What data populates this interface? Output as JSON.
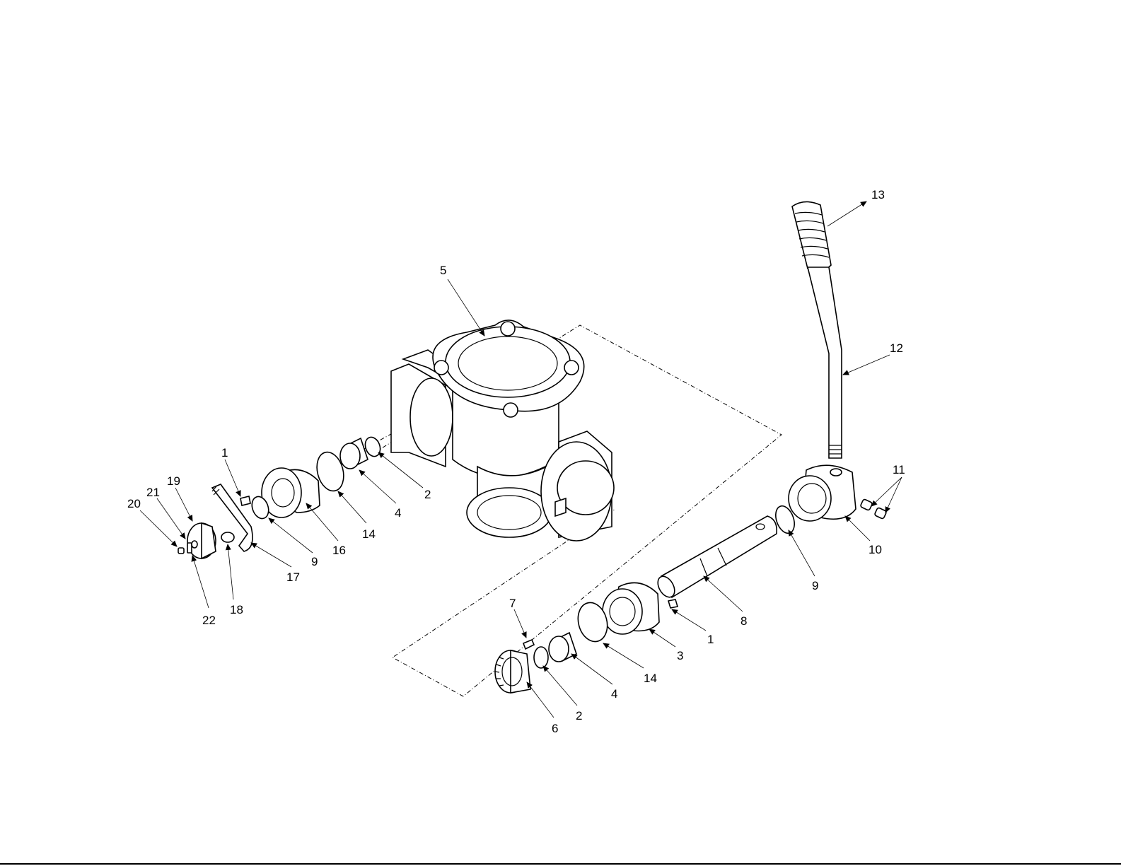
{
  "diagram": {
    "callouts": [
      {
        "id": "c13",
        "label": "13"
      },
      {
        "id": "c12",
        "label": "12"
      },
      {
        "id": "c5",
        "label": "5"
      },
      {
        "id": "c11",
        "label": "11"
      },
      {
        "id": "c10",
        "label": "10"
      },
      {
        "id": "c9r",
        "label": "9"
      },
      {
        "id": "c8",
        "label": "8"
      },
      {
        "id": "c1r",
        "label": "1"
      },
      {
        "id": "c3",
        "label": "3"
      },
      {
        "id": "c14r",
        "label": "14"
      },
      {
        "id": "c4r",
        "label": "4"
      },
      {
        "id": "c2r",
        "label": "2"
      },
      {
        "id": "c6",
        "label": "6"
      },
      {
        "id": "c7",
        "label": "7"
      },
      {
        "id": "c2l",
        "label": "2"
      },
      {
        "id": "c4l",
        "label": "4"
      },
      {
        "id": "c14l",
        "label": "14"
      },
      {
        "id": "c16",
        "label": "16"
      },
      {
        "id": "c9l",
        "label": "9"
      },
      {
        "id": "c1l",
        "label": "1"
      },
      {
        "id": "c17",
        "label": "17"
      },
      {
        "id": "c18",
        "label": "18"
      },
      {
        "id": "c19",
        "label": "19"
      },
      {
        "id": "c21",
        "label": "21"
      },
      {
        "id": "c20",
        "label": "20"
      },
      {
        "id": "c22",
        "label": "22"
      }
    ]
  }
}
